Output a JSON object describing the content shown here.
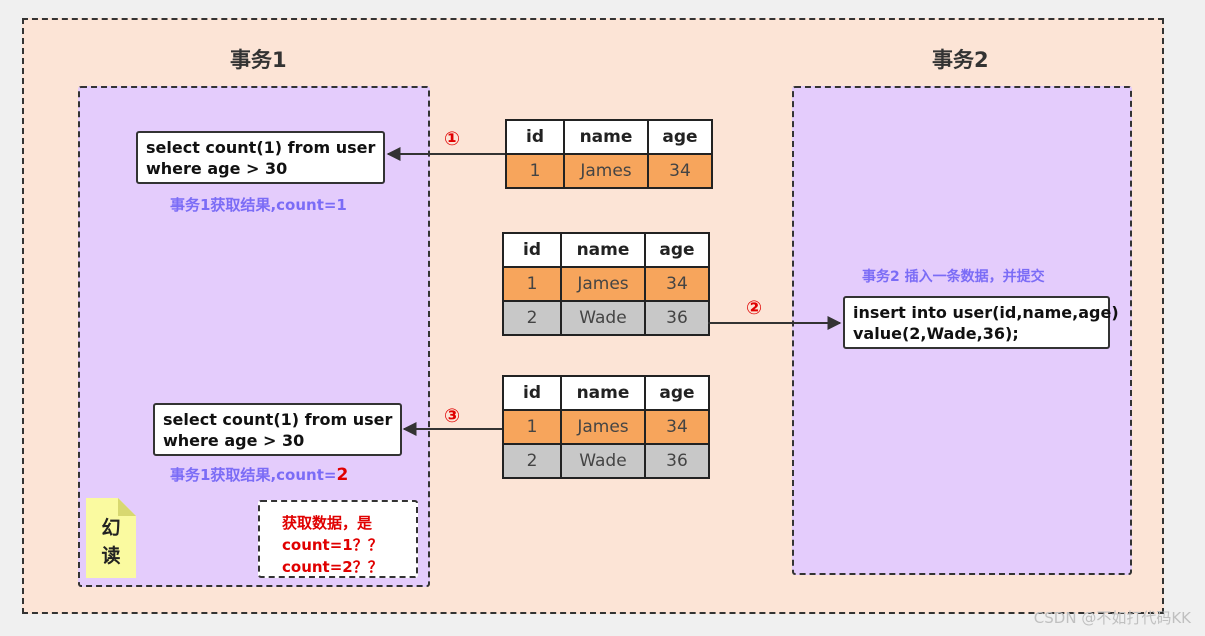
{
  "transaction1": {
    "title": "事务1",
    "query1": "select count(1) from user\nwhere age > 30",
    "result1": "事务1获取结果,count=1",
    "query2": "select count(1) from user\nwhere age > 30",
    "result2_prefix": "事务1获取结果,count=",
    "result2_value": "2"
  },
  "transaction2": {
    "title": "事务2",
    "note": "事务2 插入一条数据，并提交",
    "insert": "insert into user(id,name,age)\nvalue(2,Wade,36);"
  },
  "steps": [
    "①",
    "②",
    "③"
  ],
  "tables": {
    "headers": [
      "id",
      "name",
      "age"
    ],
    "table1_rows": [
      [
        "1",
        "James",
        "34"
      ]
    ],
    "table2_rows": [
      [
        "1",
        "James",
        "34"
      ],
      [
        "2",
        "Wade",
        "36"
      ]
    ],
    "table3_rows": [
      [
        "1",
        "James",
        "34"
      ],
      [
        "2",
        "Wade",
        "36"
      ]
    ]
  },
  "sticky": {
    "line1": "幻",
    "line2": "读"
  },
  "question": {
    "line1": "获取数据，是",
    "line2": "count=1？？",
    "line3": "count=2？？"
  },
  "watermark": "CSDN @不如打代码KK",
  "colors": {
    "background": "#fce4d6",
    "transaction_box": "#e4ccfc",
    "existing_row": "#f7a55c",
    "new_row": "#c8c8c8",
    "result_text": "#7b6cf6",
    "step_text": "#e00000",
    "sticky": "#fafaa0"
  }
}
